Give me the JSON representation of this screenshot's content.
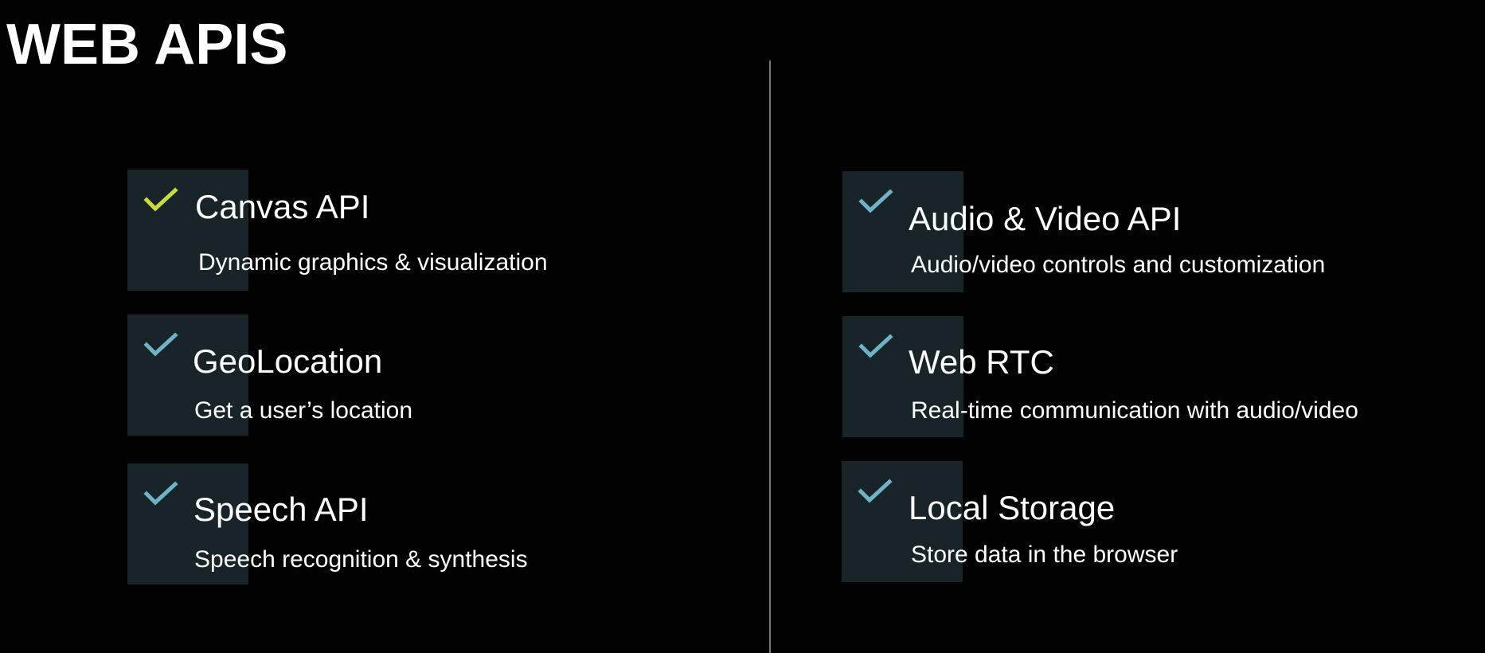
{
  "slide": {
    "title": "WEB APIS",
    "accent_colors": {
      "check_highlight": "#c6dd3a",
      "check_default": "#6fb3c8",
      "box": "#182427",
      "divider": "#7a7a7a"
    },
    "left_items": [
      {
        "title": "Canvas API",
        "description": "Dynamic graphics & visualization",
        "icon": "check-icon",
        "highlighted": true
      },
      {
        "title": "GeoLocation",
        "description": "Get a user’s location",
        "icon": "check-icon",
        "highlighted": false
      },
      {
        "title": "Speech API",
        "description": "Speech recognition & synthesis",
        "icon": "check-icon",
        "highlighted": false
      }
    ],
    "right_items": [
      {
        "title": "Audio & Video API",
        "description": "Audio/video controls and customization",
        "icon": "check-icon",
        "highlighted": false
      },
      {
        "title": "Web RTC",
        "description": "Real-time communication with audio/video",
        "icon": "check-icon",
        "highlighted": false
      },
      {
        "title": "Local Storage",
        "description": "Store data in the browser",
        "icon": "check-icon",
        "highlighted": false
      }
    ]
  }
}
